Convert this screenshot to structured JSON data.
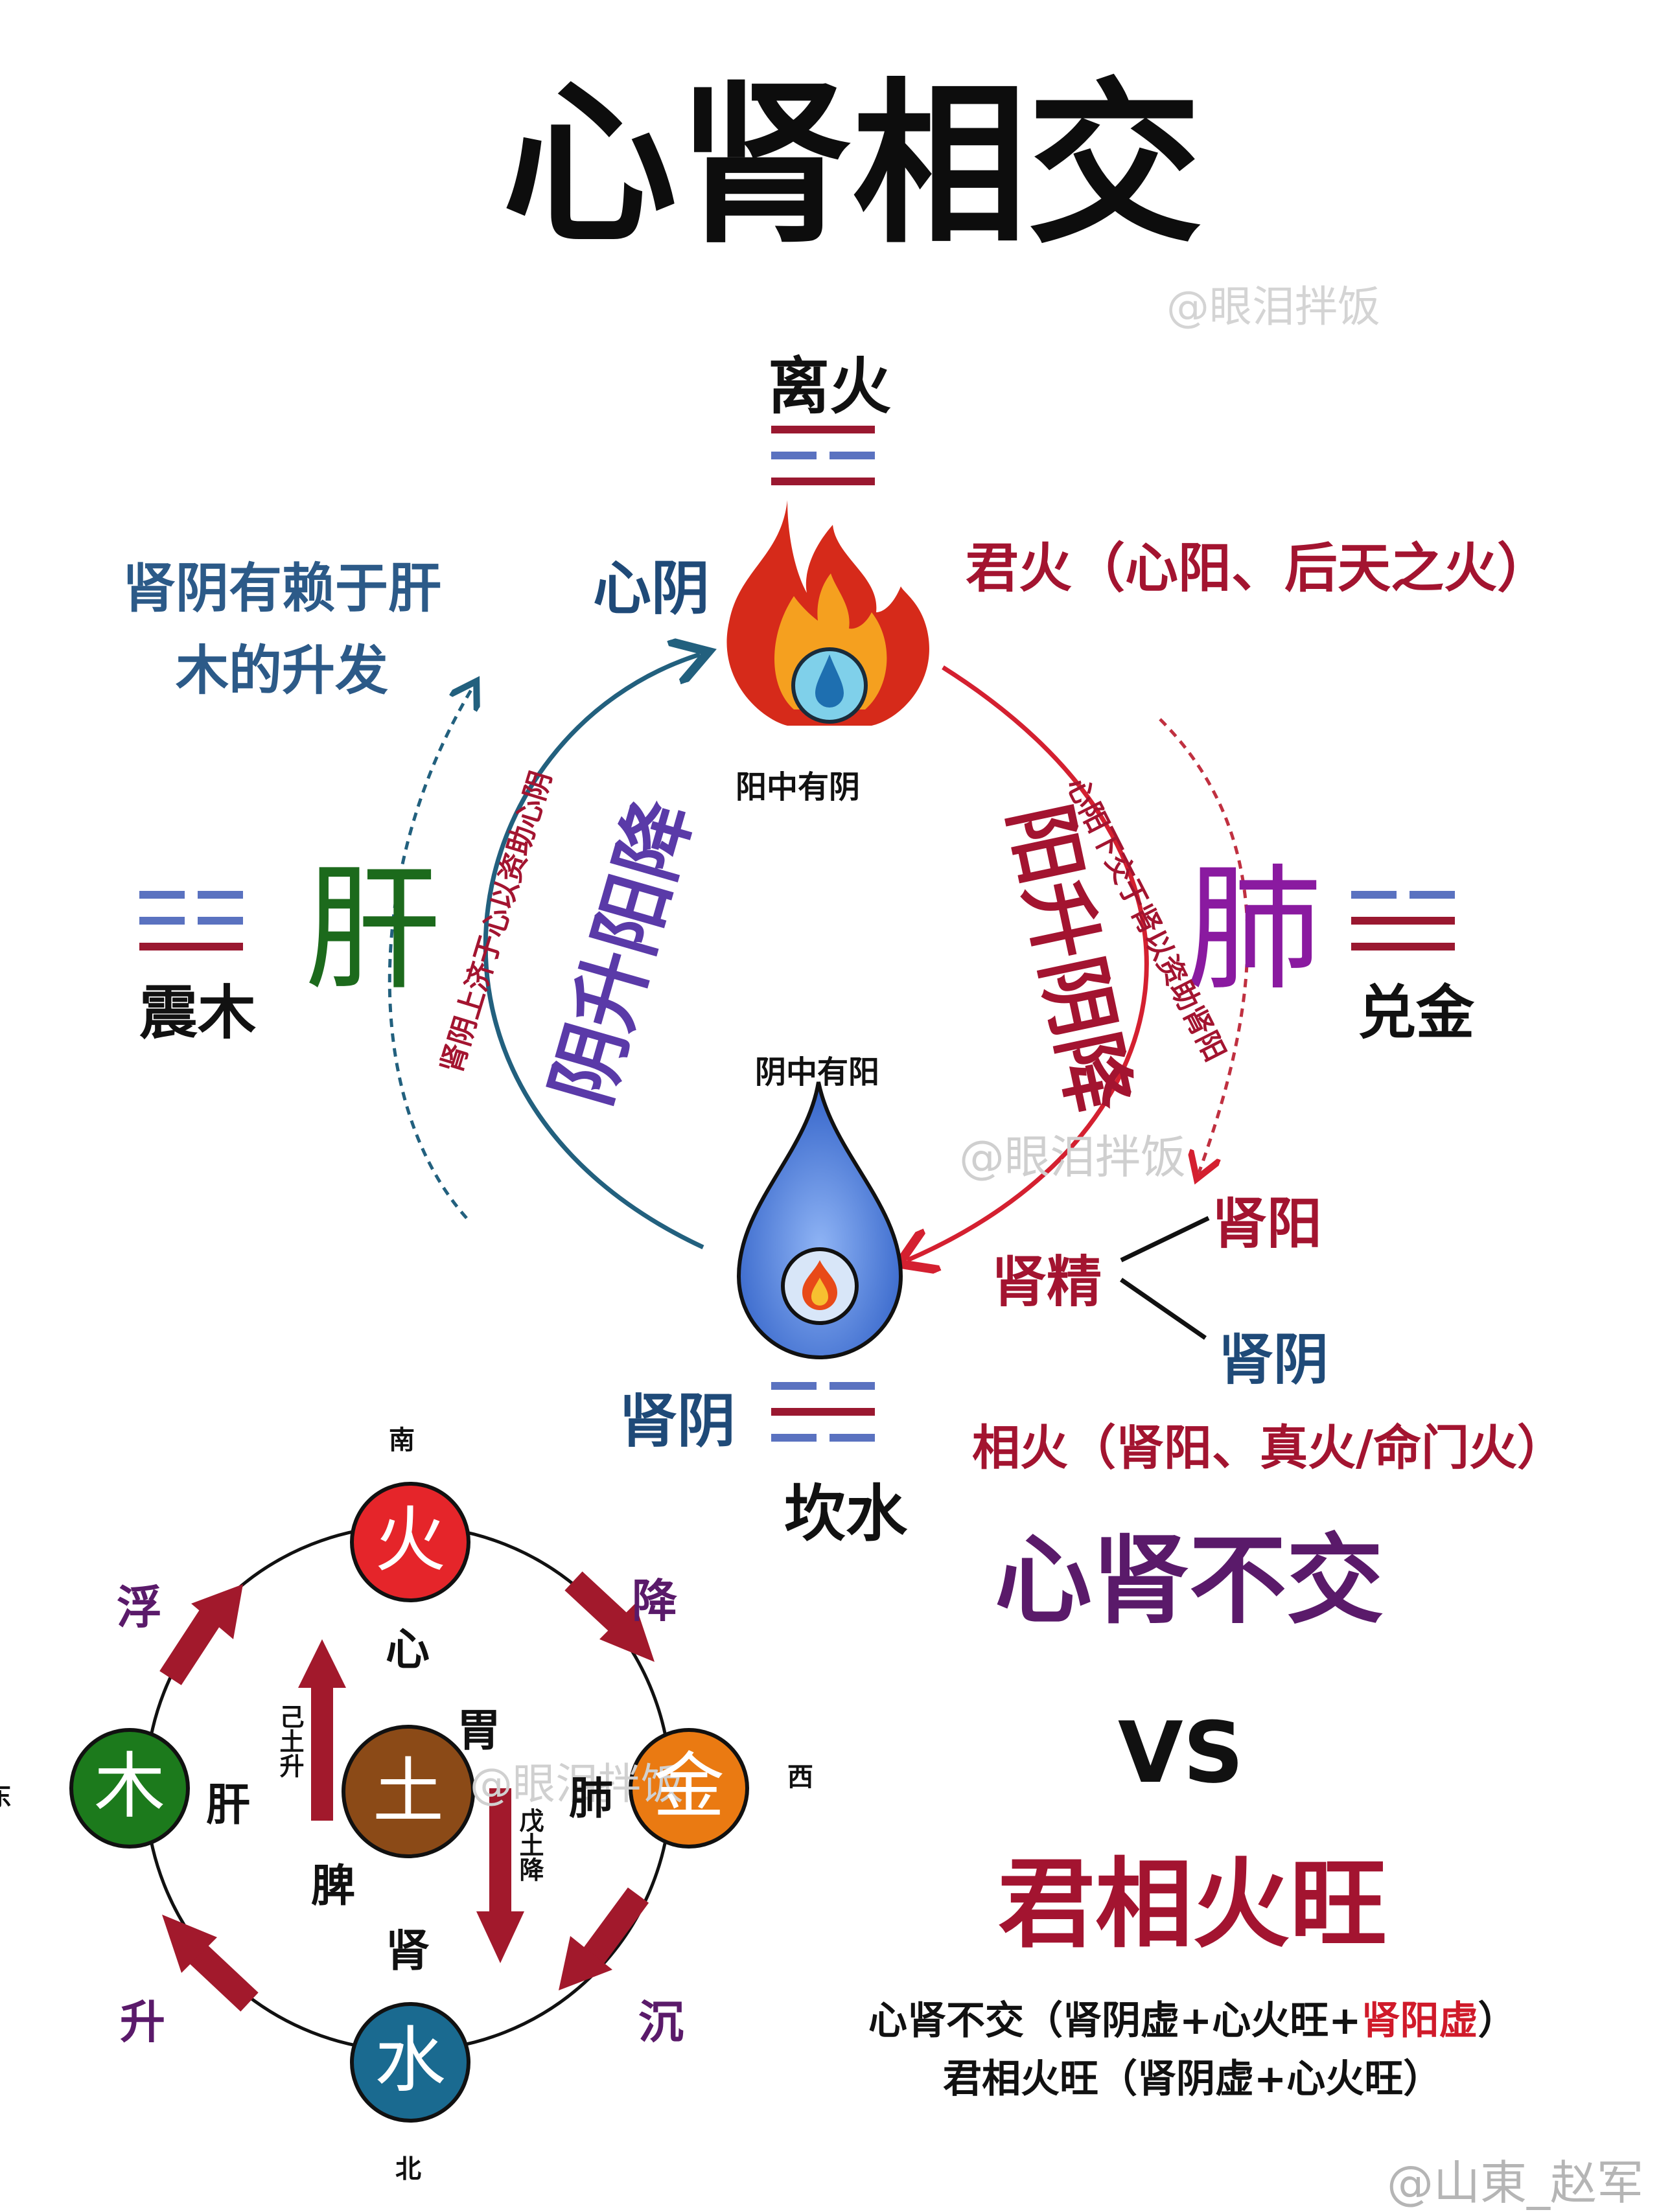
{
  "title": "心肾相交",
  "watermarks": [
    "@眼泪拌饭",
    "@眼泪拌饭",
    "@眼泪拌饭",
    "@山東_赵军"
  ],
  "upper_diagram": {
    "top_trigram": "离火",
    "bottom_trigram": "坎水",
    "left_trigram": "震木",
    "right_trigram": "兑金",
    "heart_yin": "心阴",
    "kidney_yin_label": "肾阴",
    "liver": "肝",
    "lung": "肺",
    "yin_in_yang": "阳中有阴",
    "yang_in_yin": "阴中有阳",
    "kidney_yin_note": "肾阴有赖于肝木的升发",
    "junhuo": "君火（心阳、后天之火）",
    "xianghuo": "相火（肾阳、真火/命门火）",
    "left_arc_big": "阴升阳降",
    "right_arc_big": "阳升阴降",
    "left_arc_small": "肾阴上济于心以资助心阴",
    "right_arc_small": "心阳下交于肾以资助肾阳",
    "kidney_essence": "肾精",
    "kidney_yang": "肾阳",
    "kidney_yin": "肾阴"
  },
  "five_elements": {
    "directions": {
      "south": "南",
      "north": "北",
      "west": "西",
      "east": "东"
    },
    "fire": {
      "char": "火",
      "organ": "心",
      "color": "#e5252a"
    },
    "metal": {
      "char": "金",
      "organ": "肺",
      "color": "#ea7a12"
    },
    "water": {
      "char": "水",
      "organ": "肾",
      "color": "#1a6a90"
    },
    "wood": {
      "char": "木",
      "organ": "肝",
      "color": "#1c7a1c"
    },
    "earth": {
      "char": "土",
      "organ_top": "胃",
      "organ_bottom": "脾",
      "color": "#8b4a17"
    },
    "motions": {
      "float": "浮",
      "descend": "降",
      "sink": "沉",
      "rise": "升"
    },
    "ji_tu": "己土升",
    "wu_tu": "戊土降"
  },
  "comparison": {
    "heading1": "心肾不交",
    "vs": "VS",
    "heading2": "君相火旺",
    "line1_before": "心肾不交（肾阴虚+心火旺+",
    "line1_highlight": "肾阳虚",
    "line1_after": "）",
    "line2": "君相火旺（肾阴虚+心火旺）"
  },
  "colors": {
    "dark_red": "#a31430",
    "navy": "#1f4a78",
    "teal_arc": "#22607e",
    "purple": "#5a1a6a",
    "trigram_red": "#9a1830",
    "trigram_blue": "#5a72c0"
  }
}
